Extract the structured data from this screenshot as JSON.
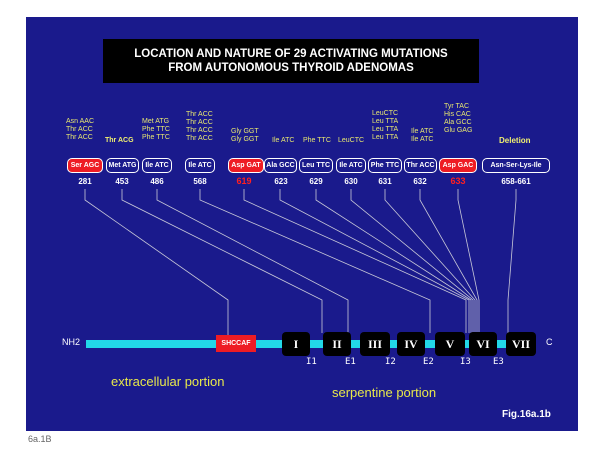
{
  "title": {
    "line1": "LOCATION AND NATURE OF 29 ACTIVATING MUTATIONS",
    "line2": "FROM AUTONOMOUS THYROID ADENOMAS"
  },
  "mutations": [
    {
      "codons": [
        "Asn AAC",
        "Thr  ACC",
        "Thr  ACC"
      ],
      "box": "Ser AGC",
      "position": "281",
      "highlight": true
    },
    {
      "codons": [
        "Thr  ACG"
      ],
      "box": "Met ATG",
      "position": "453",
      "highlight": false
    },
    {
      "codons": [
        "Met ATG",
        "Phe TTC",
        "Phe TTC"
      ],
      "box": "Ile ATC",
      "position": "486",
      "highlight": false
    },
    {
      "codons": [
        "Thr ACC",
        "Thr ACC",
        "Thr ACC",
        "Thr ACC"
      ],
      "box": "Ile ATC",
      "position": "568",
      "highlight": false
    },
    {
      "codons": [
        "Gly GGT",
        "Gly GGT"
      ],
      "box": "Asp GAT",
      "position": "619",
      "highlight": true
    },
    {
      "codons": [
        "Ile ATC"
      ],
      "box": "Ala GCC",
      "position": "623",
      "highlight": false
    },
    {
      "codons": [
        "Phe TTC"
      ],
      "box": "Leu TTC",
      "position": "629",
      "highlight": false
    },
    {
      "codons": [
        "LeuCTC"
      ],
      "box": "Ile  ATC",
      "position": "630",
      "highlight": false
    },
    {
      "codons": [
        "LeuCTC",
        "Leu TTA",
        "Leu TTA",
        "Leu TTA"
      ],
      "box": "Phe TTC",
      "position": "631",
      "highlight": false
    },
    {
      "codons": [
        "Ile ATC",
        "Ile ATC"
      ],
      "box": "Thr ACC",
      "position": "632",
      "highlight": false
    },
    {
      "codons": [
        "Tyr TAC",
        "His CAC",
        "Ala GCC",
        "Glu GAG"
      ],
      "box": "Asp GAC",
      "position": "633",
      "highlight": true
    },
    {
      "codons": [
        "Deletion"
      ],
      "box": "Asn-Ser-Lys-Ile",
      "position": "658-661",
      "highlight": false
    }
  ],
  "receptor": {
    "nh2": "NH2",
    "c": "C",
    "cleavage_site": "SHCCAF",
    "helices": [
      "I",
      "II",
      "III",
      "IV",
      "V",
      "VI",
      "VII"
    ],
    "loops": [
      "I1",
      "E1",
      "I2",
      "E2",
      "I3",
      "E3"
    ]
  },
  "regions": {
    "extracellular": "extracellular portion",
    "serpentine": "serpentine portion"
  },
  "figure_ref": "Fig.16a.1b",
  "corner_text": "6a.1B",
  "colors": {
    "background": "#1a1a8c",
    "highlight_box": "#ee1c24",
    "receptor_bar": "#22d8e8",
    "codon_text": "#e8e870",
    "region_text": "#e8e84a"
  }
}
